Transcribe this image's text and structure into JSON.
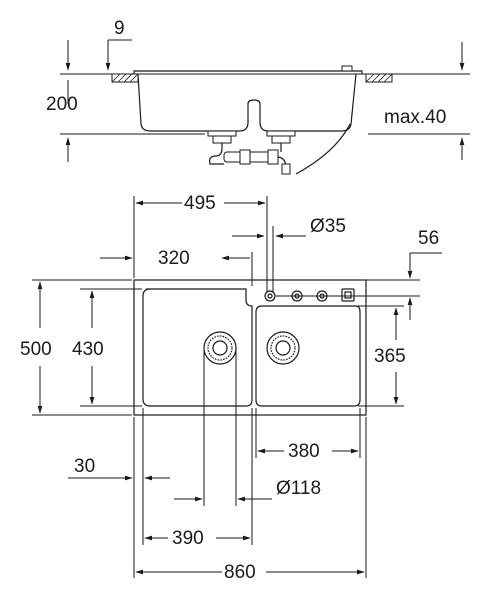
{
  "diagram": {
    "section_view": {
      "top_thickness": "9",
      "depth": "200",
      "worktop": "max.40"
    },
    "plan_view": {
      "tap_offset": "495",
      "tap_hole": "Ø35",
      "edge_offset": "56",
      "bowl_offset": "320",
      "overall_depth": "500",
      "bowl_depth": "430",
      "small_bowl_depth": "365",
      "small_bowl_width": "380",
      "rim": "30",
      "waste_diameter": "Ø118",
      "bowl_width": "390",
      "overall_width": "860"
    }
  }
}
